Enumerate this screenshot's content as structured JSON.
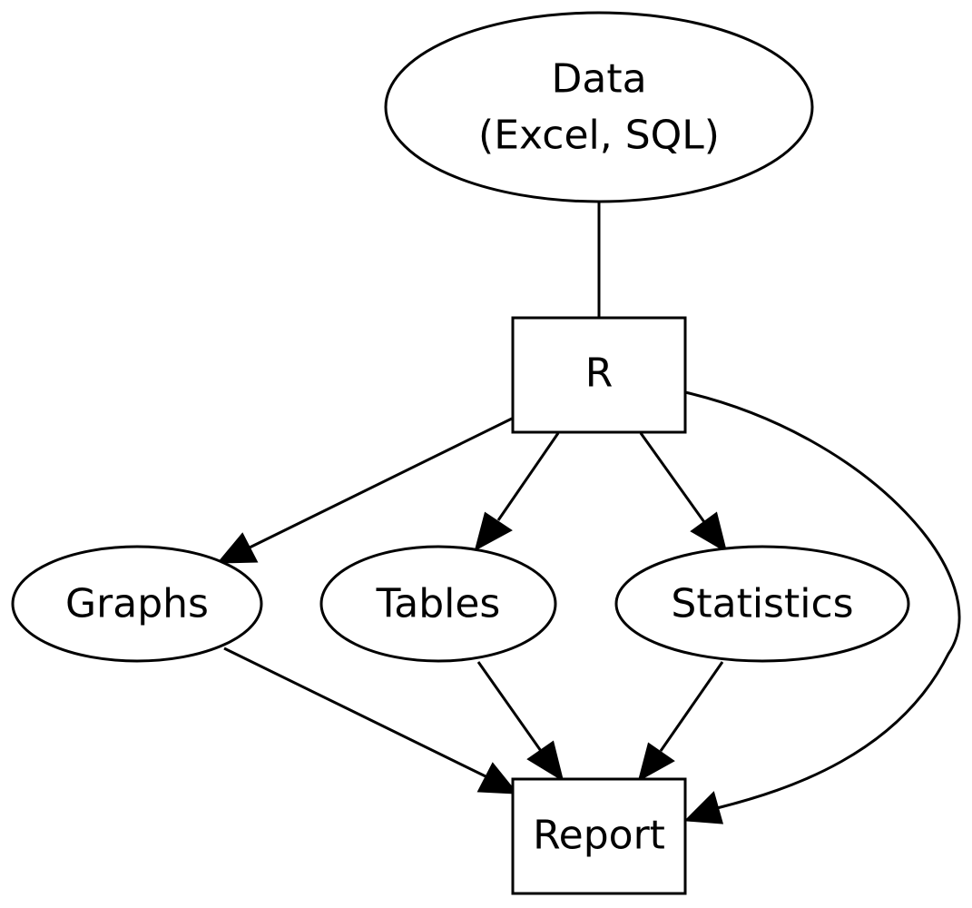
{
  "nodes": {
    "data": {
      "line1": "Data",
      "line2": "(Excel, SQL)"
    },
    "r": {
      "label": "R"
    },
    "graphs": {
      "label": "Graphs"
    },
    "tables": {
      "label": "Tables"
    },
    "statistics": {
      "label": "Statistics"
    },
    "report": {
      "label": "Report"
    }
  },
  "edges": [
    {
      "from": "Data",
      "to": "R",
      "directed": false
    },
    {
      "from": "R",
      "to": "Graphs",
      "directed": true
    },
    {
      "from": "R",
      "to": "Tables",
      "directed": true
    },
    {
      "from": "R",
      "to": "Statistics",
      "directed": true
    },
    {
      "from": "R",
      "to": "Report",
      "directed": true
    },
    {
      "from": "Graphs",
      "to": "Report",
      "directed": true
    },
    {
      "from": "Tables",
      "to": "Report",
      "directed": true
    },
    {
      "from": "Statistics",
      "to": "Report",
      "directed": true
    }
  ]
}
